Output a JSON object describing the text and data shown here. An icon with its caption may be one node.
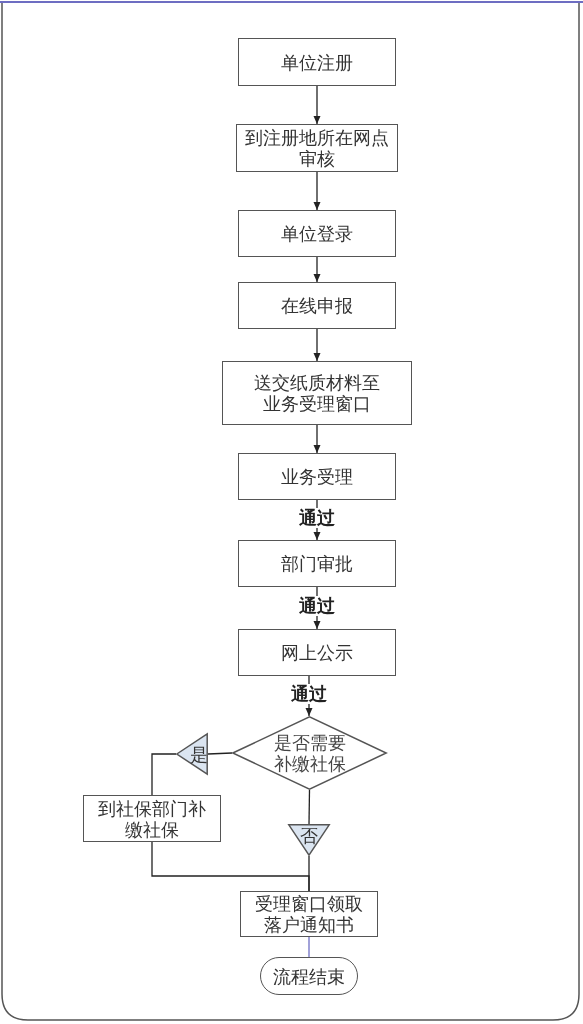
{
  "diagram": {
    "nodes": [
      {
        "text": [
          "单位注册"
        ]
      },
      {
        "text": [
          "到注册地所在网点审核"
        ]
      },
      {
        "text": [
          "单位登录"
        ]
      },
      {
        "text": [
          "在线申报"
        ]
      },
      {
        "text": [
          "送交纸质材料至业务受理窗口"
        ]
      },
      {
        "text": [
          "业务受理"
        ]
      },
      {
        "text": [
          "部门审批"
        ]
      },
      {
        "text": [
          "网上公示"
        ]
      },
      {
        "text": [
          "是否需要补缴社保"
        ]
      },
      {
        "text": [
          "是"
        ]
      },
      {
        "text": [
          "到社保部门补缴社保"
        ]
      },
      {
        "text": [
          "否"
        ]
      },
      {
        "text": [
          "受理窗口领取落户通知书"
        ]
      },
      {
        "text": [
          "流程结束"
        ]
      }
    ],
    "edges": [
      {
        "from": 0,
        "to": 1,
        "arrow": "to"
      },
      {
        "from": 1,
        "to": 2,
        "arrow": "to"
      },
      {
        "from": 2,
        "to": 3,
        "arrow": "to"
      },
      {
        "from": 3,
        "to": 4,
        "arrow": "to"
      },
      {
        "from": 4,
        "to": 5,
        "arrow": "to"
      },
      {
        "from": 5,
        "to": 6,
        "arrow": "to",
        "label": "通过"
      },
      {
        "from": 6,
        "to": 7,
        "arrow": "to",
        "label": "通过"
      },
      {
        "from": 7,
        "to": 8,
        "arrow": "to",
        "label": "通过"
      },
      {
        "from": 8,
        "to": 9,
        "arrow": "none"
      },
      {
        "from": 9,
        "to": 10,
        "arrow": "none"
      },
      {
        "from": 8,
        "to": 11,
        "arrow": "none"
      },
      {
        "from": 11,
        "to": 12,
        "arrow": "none"
      },
      {
        "from": 10,
        "to": 12,
        "arrow": "none"
      },
      {
        "from": 12,
        "to": 13,
        "arrow": "none",
        "color": "#6f6fc4"
      }
    ]
  }
}
